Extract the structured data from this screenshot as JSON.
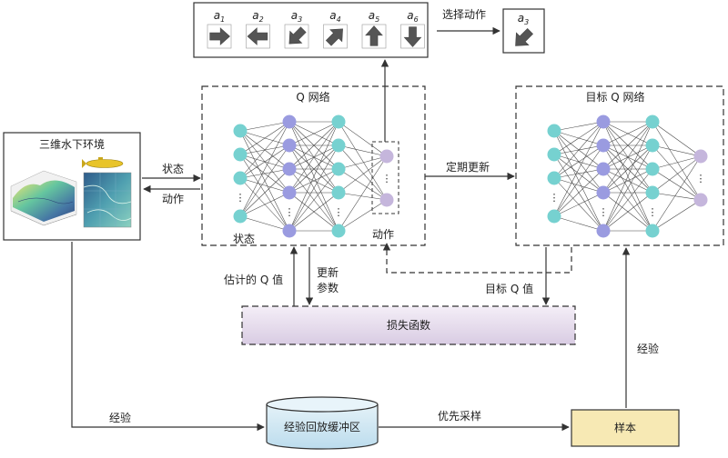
{
  "actions": {
    "items": [
      {
        "label": "a",
        "sub": "1",
        "dir": "right"
      },
      {
        "label": "a",
        "sub": "2",
        "dir": "left"
      },
      {
        "label": "a",
        "sub": "3",
        "dir": "down-left"
      },
      {
        "label": "a",
        "sub": "4",
        "dir": "up-right"
      },
      {
        "label": "a",
        "sub": "5",
        "dir": "up"
      },
      {
        "label": "a",
        "sub": "6",
        "dir": "down"
      }
    ],
    "select_label": "选择动作",
    "selected": {
      "label": "a",
      "sub": "3",
      "dir": "down-left"
    }
  },
  "env": {
    "title": "三维水下环境"
  },
  "q_network": {
    "title": "Q 网络",
    "state_label": "状态",
    "action_label": "动作"
  },
  "target_network": {
    "title": "目标 Q 网络"
  },
  "edges": {
    "state": "状态",
    "action": "动作",
    "periodic_update": "定期更新",
    "estimated_q": "估计的 Q 值",
    "update_params_1": "更新",
    "update_params_2": "参数",
    "target_q": "目标 Q 值",
    "experience_left": "经验",
    "experience_right": "经验",
    "priority_sampling": "优先采样"
  },
  "loss": {
    "label": "损失函数"
  },
  "buffer": {
    "label": "经验回放缓冲区"
  },
  "sample": {
    "label": "样本"
  },
  "colors": {
    "input": "#76d1d0",
    "hidden": "#9a9be0",
    "output": "#c5b6dc",
    "loss_fill": "#e6dcec",
    "buffer_fill": "#cfe6f1",
    "sample_fill": "#f7e9b4",
    "arrow": "#333333"
  }
}
